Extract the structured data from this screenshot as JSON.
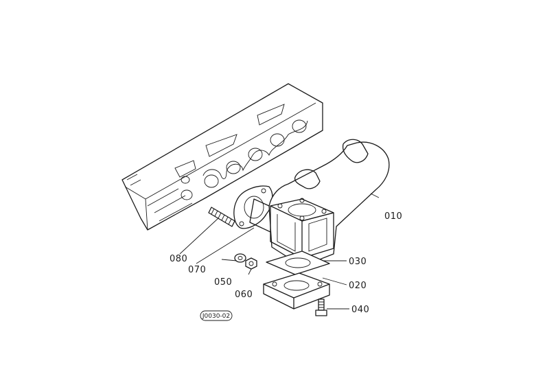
{
  "parts": [
    {
      "number": "010"
    },
    {
      "number": "020"
    },
    {
      "number": "030"
    },
    {
      "number": "040"
    },
    {
      "number": "050"
    },
    {
      "number": "060"
    },
    {
      "number": "070"
    },
    {
      "number": "080"
    }
  ],
  "figure_ref": "J0030-02"
}
